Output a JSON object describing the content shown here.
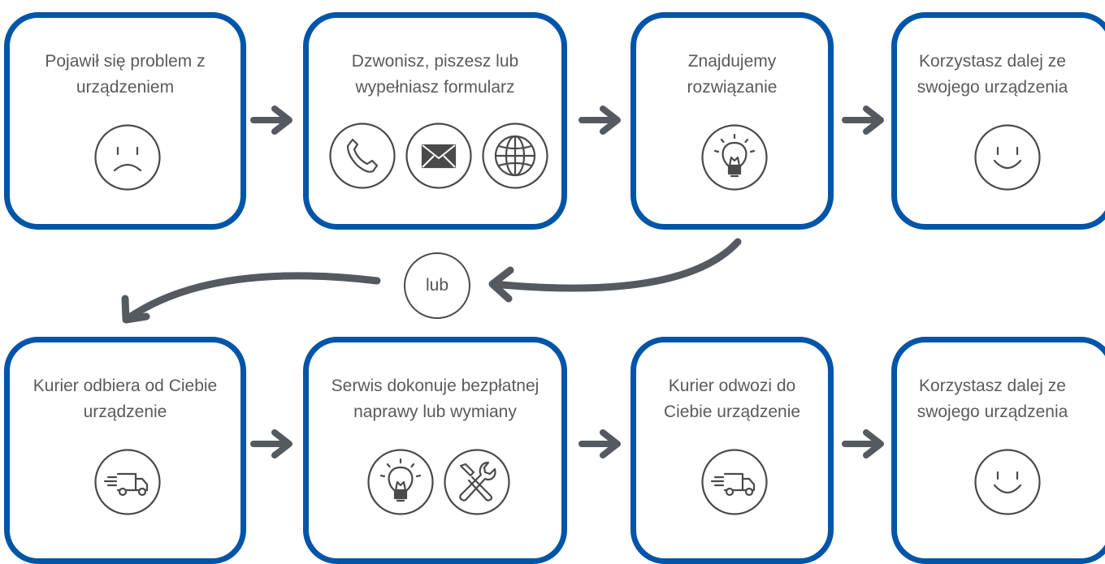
{
  "colors": {
    "card_border": "#0055a8",
    "arrow": "#555a60",
    "icon_stroke": "#4a4a4a",
    "text": "#5a5a5a"
  },
  "row1": [
    {
      "text": "Pojawił się problem z urządzeniem",
      "icons": [
        "sad-face-icon"
      ]
    },
    {
      "text": "Dzwonisz, piszesz lub wypełniasz formularz",
      "icons": [
        "phone-icon",
        "envelope-icon",
        "globe-icon"
      ]
    },
    {
      "text": "Znajdujemy rozwiązanie",
      "icons": [
        "lightbulb-icon"
      ]
    },
    {
      "text": "Korzystasz dalej ze swojego urządzenia",
      "icons": [
        "smile-face-icon"
      ]
    }
  ],
  "row2": [
    {
      "text": "Kurier odbiera od Ciebie urządzenie",
      "icons": [
        "delivery-truck-icon"
      ]
    },
    {
      "text": "Serwis dokonuje bezpłatnej naprawy lub wymiany",
      "icons": [
        "lightbulb-icon",
        "wrench-screwdriver-icon"
      ]
    },
    {
      "text": "Kurier odwozi do Ciebie urządzenie",
      "icons": [
        "delivery-truck-icon"
      ]
    },
    {
      "text": "Korzystasz dalej ze swojego urządzenia",
      "icons": [
        "smile-face-icon"
      ]
    }
  ],
  "connector": {
    "label": "lub"
  }
}
